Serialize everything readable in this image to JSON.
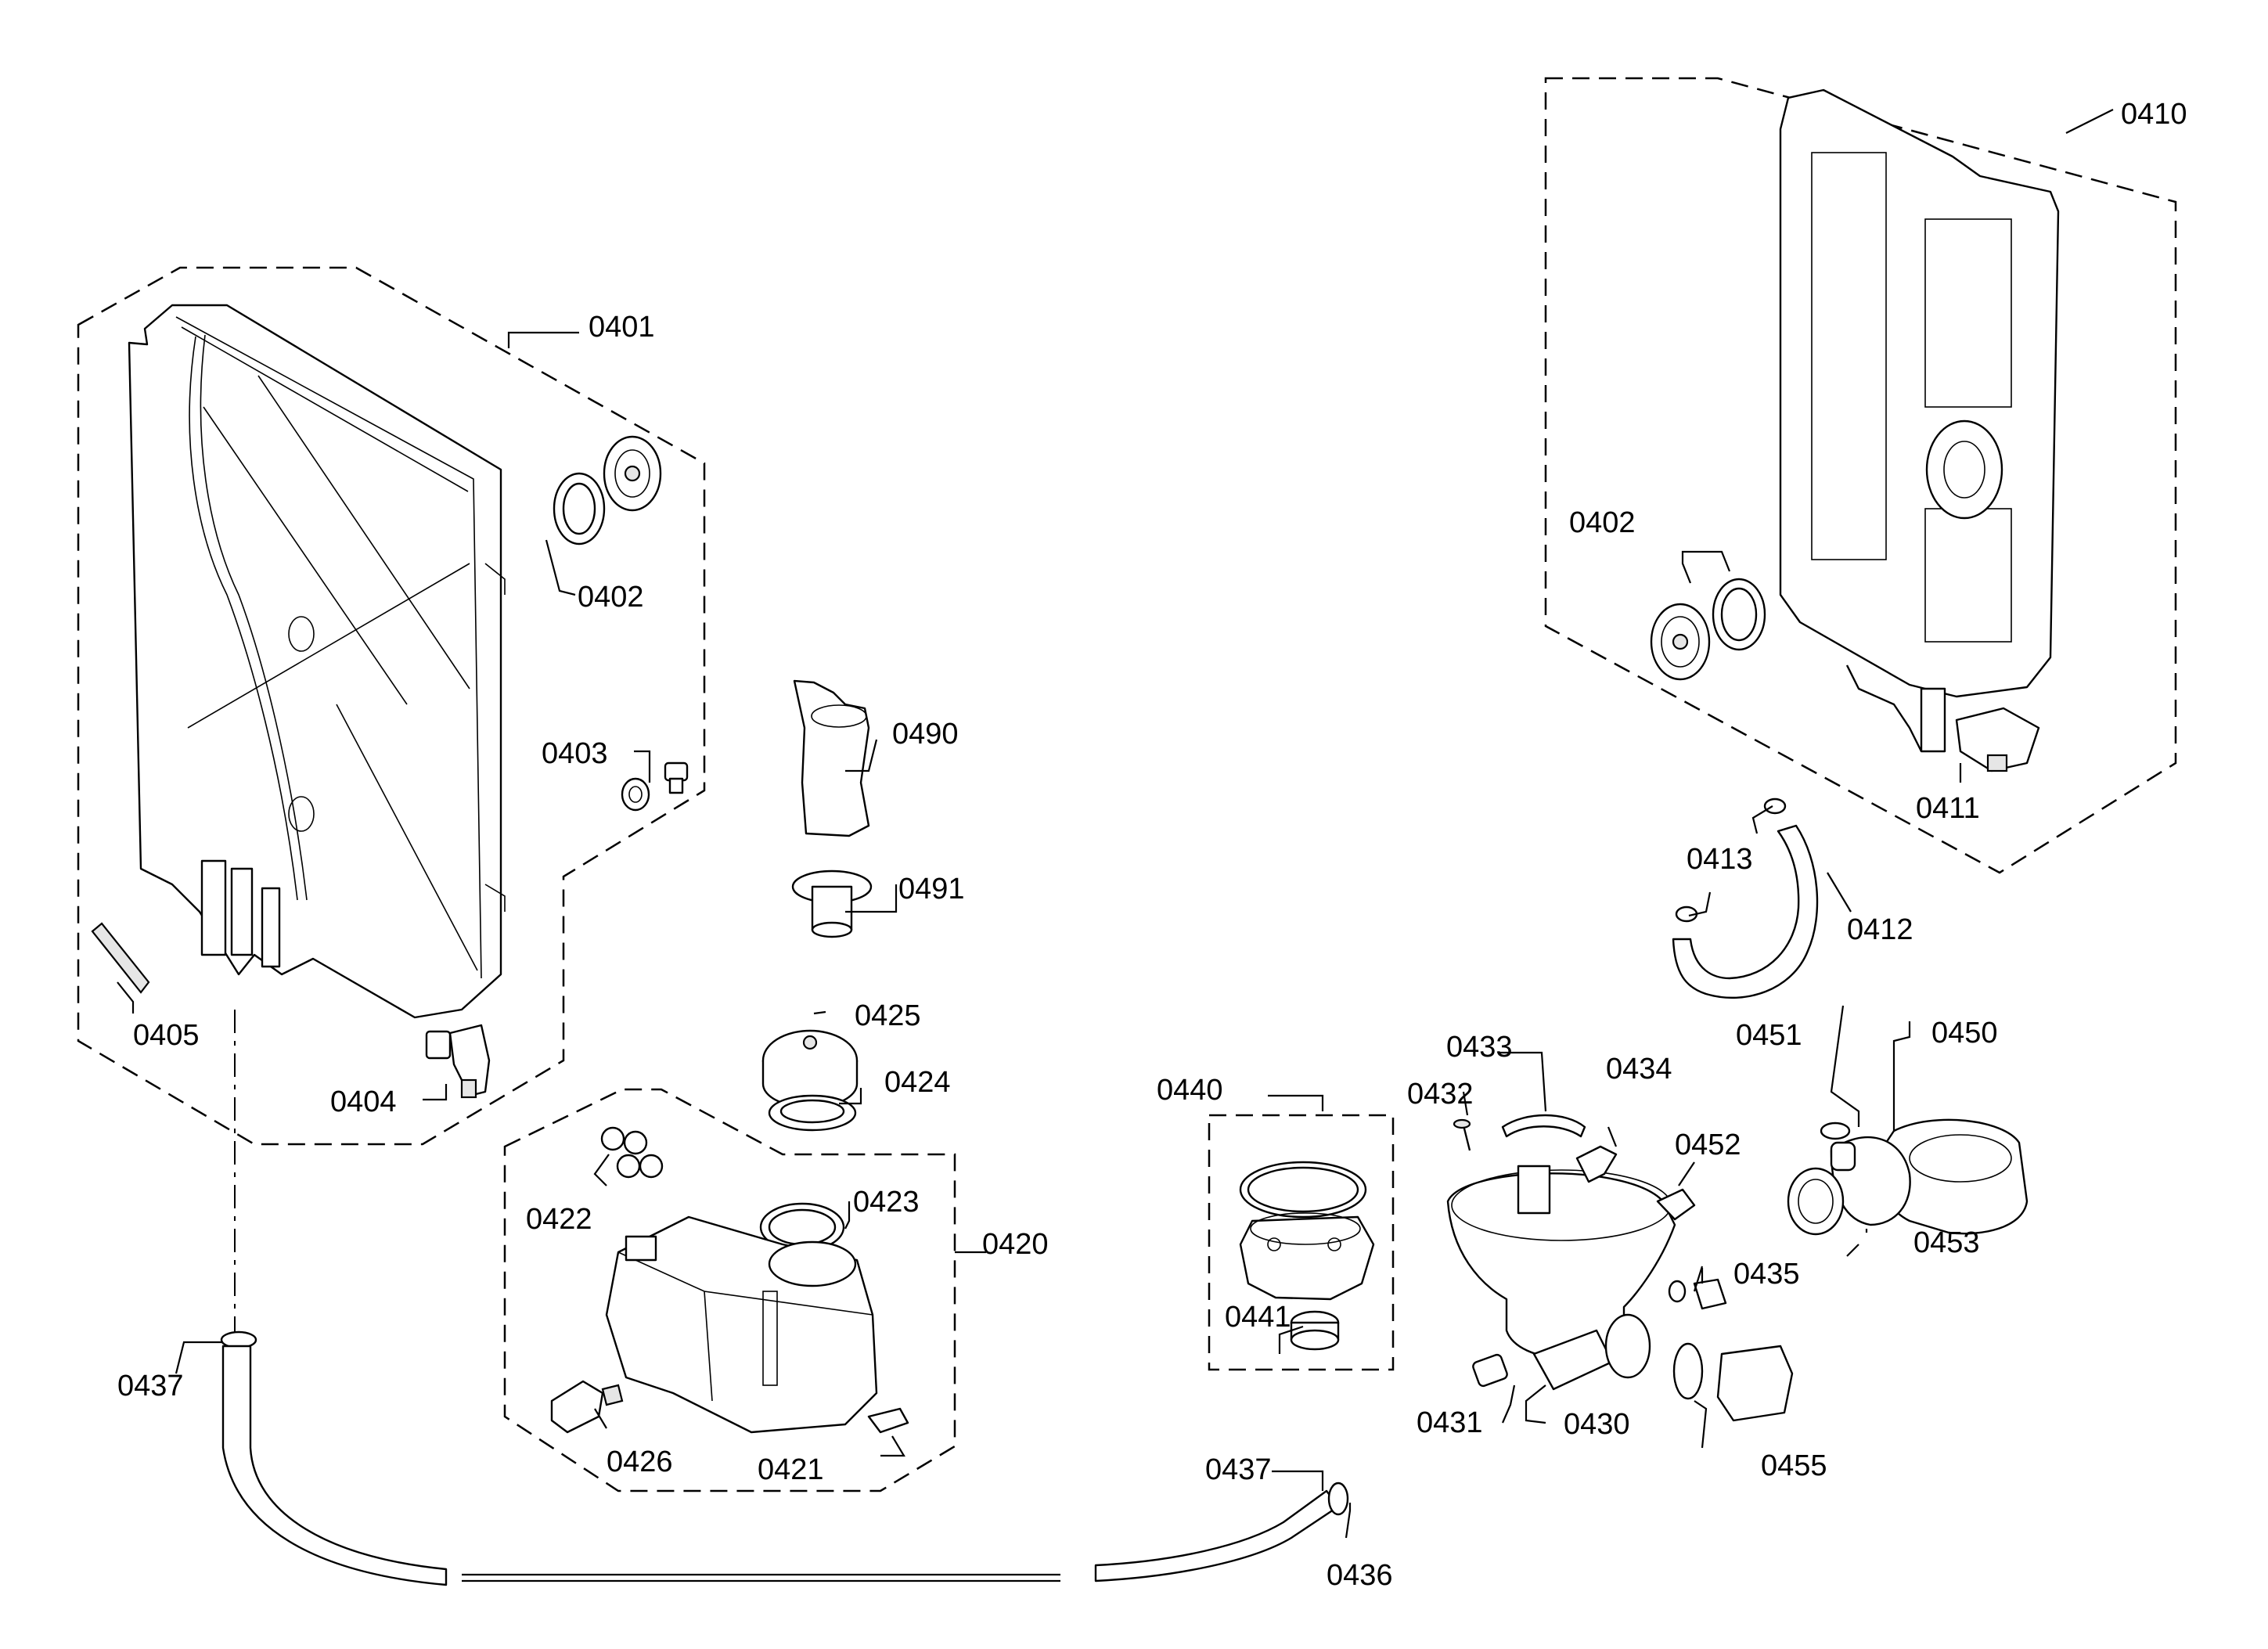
{
  "labels": {
    "l0401": "0401",
    "l0402a": "0402",
    "l0402b": "0402",
    "l0403": "0403",
    "l0404": "0404",
    "l0405": "0405",
    "l0410": "0410",
    "l0411": "0411",
    "l0412": "0412",
    "l0413": "0413",
    "l0420": "0420",
    "l0421": "0421",
    "l0422": "0422",
    "l0423": "0423",
    "l0424": "0424",
    "l0425": "0425",
    "l0426": "0426",
    "l0430": "0430",
    "l0431": "0431",
    "l0432": "0432",
    "l0433": "0433",
    "l0434": "0434",
    "l0435": "0435",
    "l0436": "0436",
    "l0437a": "0437",
    "l0437b": "0437",
    "l0440": "0440",
    "l0441": "0441",
    "l0450": "0450",
    "l0451": "0451",
    "l0452": "0452",
    "l0453": "0453",
    "l0455": "0455",
    "l0490": "0490",
    "l0491": "0491"
  }
}
